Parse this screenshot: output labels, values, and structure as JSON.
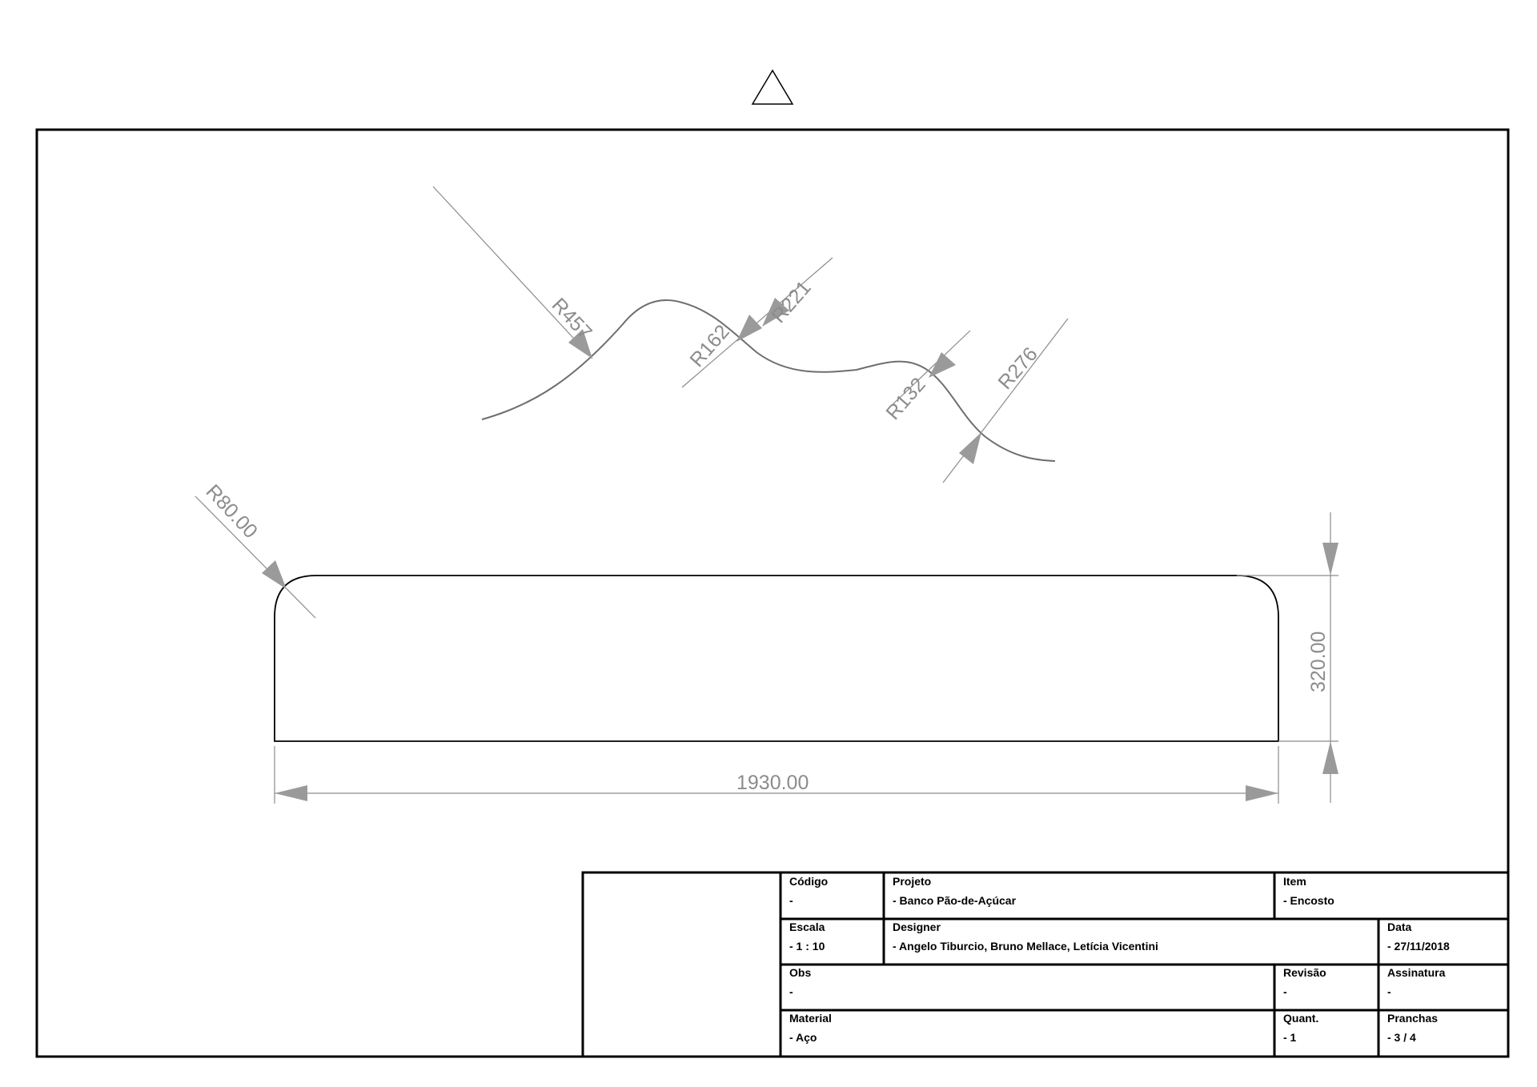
{
  "view_marker": {
    "icon": "triangle-icon"
  },
  "dimensions": {
    "profile_radii": [
      "R457",
      "R162",
      "R221",
      "R132",
      "R276"
    ],
    "corner_radius": "R80.00",
    "height": "320.00",
    "length": "1930.00"
  },
  "title_block": {
    "codigo": {
      "label": "Código",
      "value": "-"
    },
    "projeto": {
      "label": "Projeto",
      "value": "- Banco Pão-de-Açúcar"
    },
    "item": {
      "label": "Item",
      "value": "- Encosto"
    },
    "escala": {
      "label": "Escala",
      "value": "- 1 : 10"
    },
    "designer": {
      "label": "Designer",
      "value": "- Angelo Tiburcio, Bruno Mellace, Letícia Vicentini"
    },
    "data": {
      "label": "Data",
      "value": "- 27/11/2018"
    },
    "obs": {
      "label": "Obs",
      "value": "-"
    },
    "revisao": {
      "label": "Revisão",
      "value": "-"
    },
    "assinatura": {
      "label": "Assinatura",
      "value": "-"
    },
    "material": {
      "label": "Material",
      "value": "- Aço"
    },
    "quant": {
      "label": "Quant.",
      "value": "- 1"
    },
    "pranchas": {
      "label": "Pranchas",
      "value": "- 3 / 4"
    }
  }
}
